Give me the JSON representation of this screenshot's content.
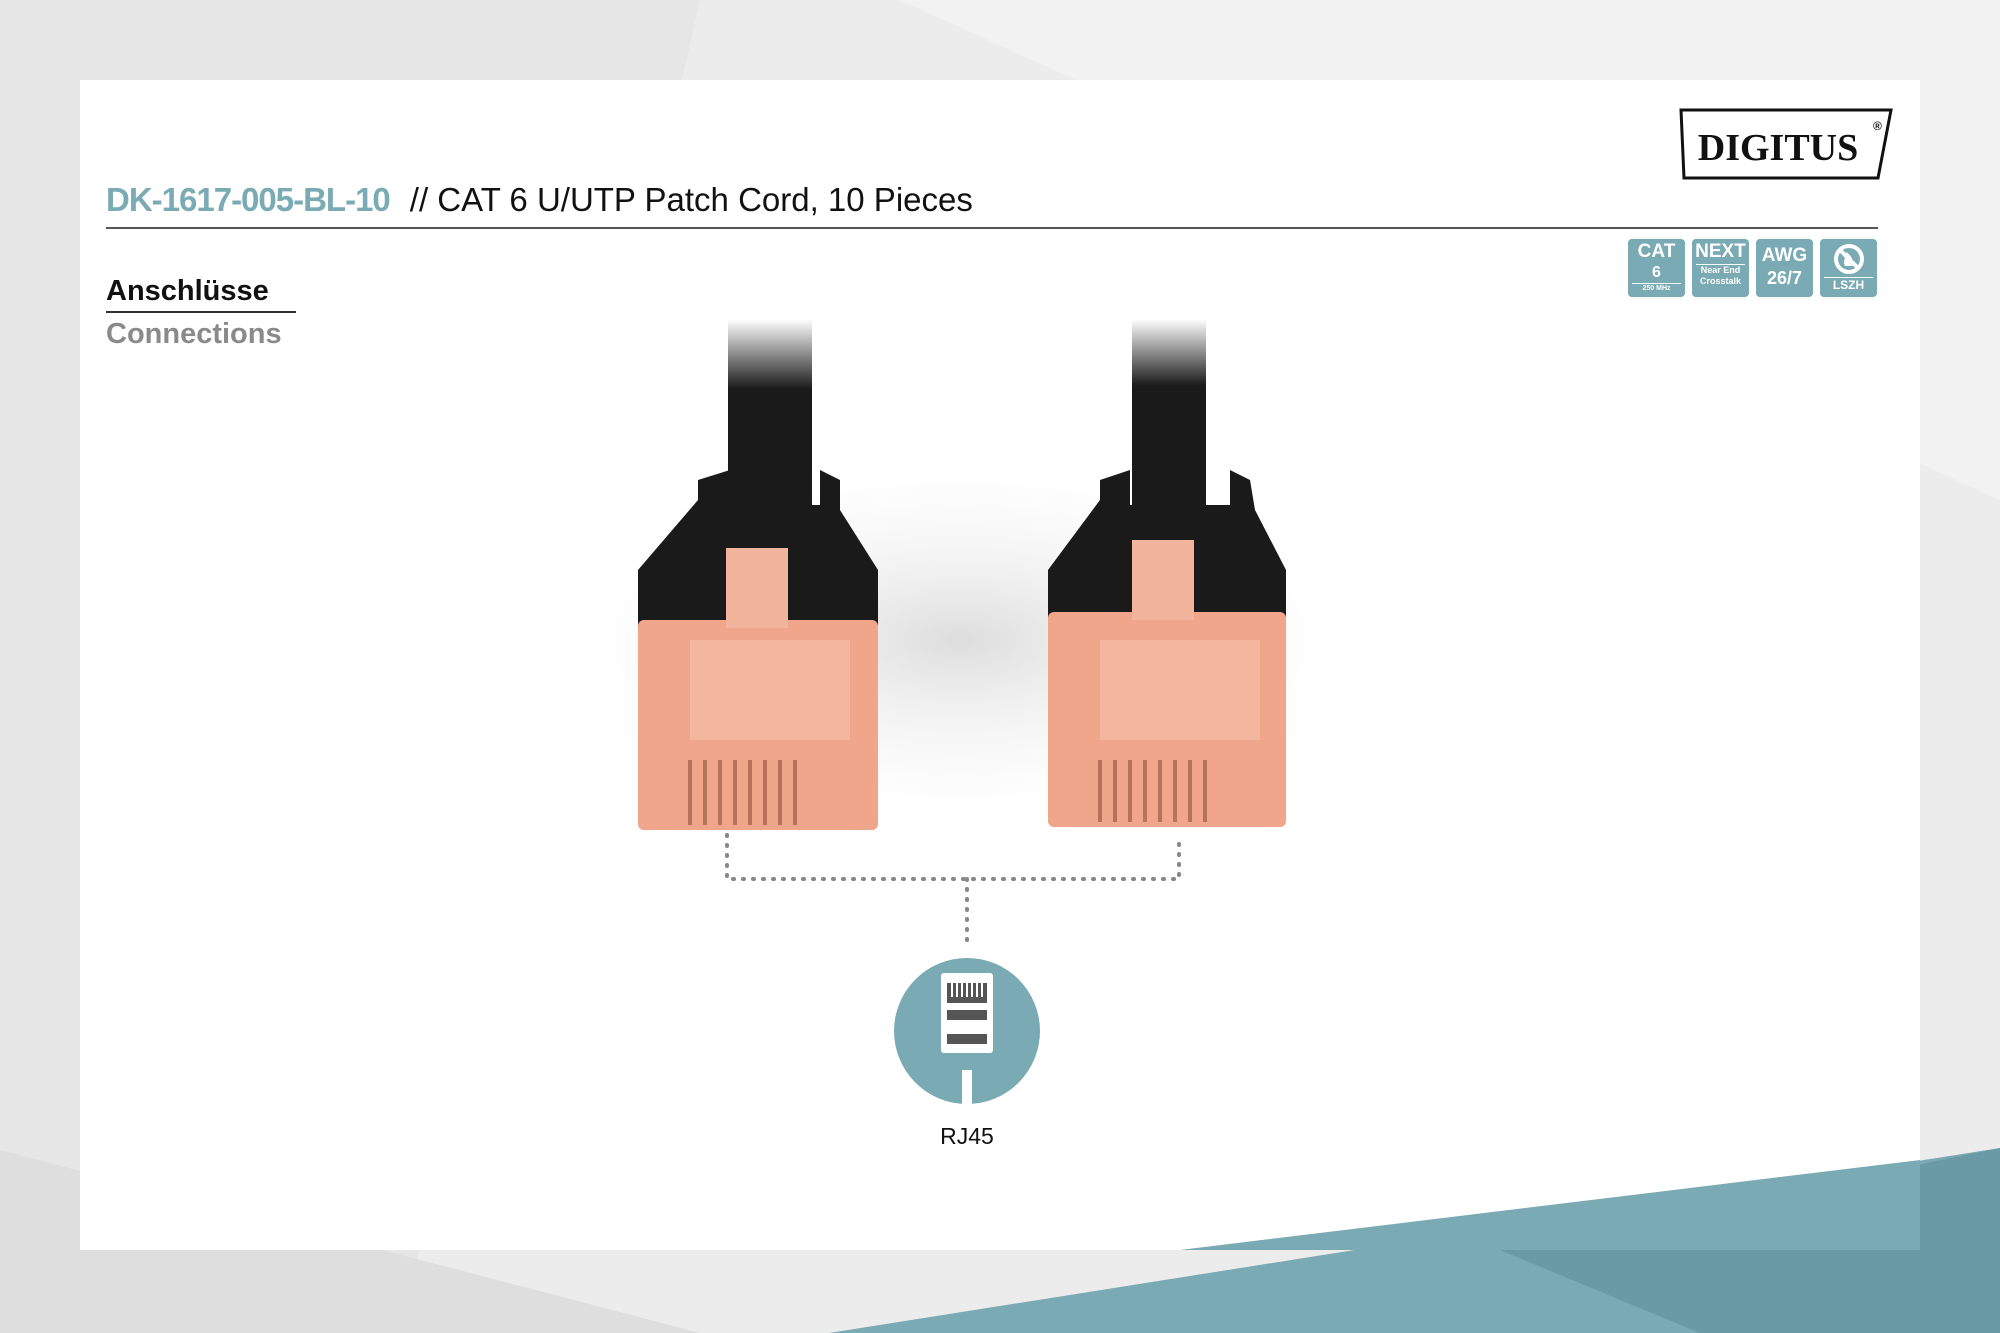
{
  "header": {
    "product_code": "DK-1617-005-BL-10",
    "description": "// CAT 6 U/UTP Patch Cord, 10 Pieces",
    "brand_logo": "DIGITUS®"
  },
  "badges": [
    {
      "line1": "CAT",
      "line2": "6",
      "line3": "250 MHz"
    },
    {
      "line1": "NEXT",
      "line2": "Near End",
      "line3": "Crosstalk"
    },
    {
      "line1": "AWG",
      "line2": "26/7"
    },
    {
      "icon": "no-fire-icon",
      "line3": "LSZH"
    }
  ],
  "section": {
    "title_de": "Anschlüsse",
    "title_en": "Connections"
  },
  "connector": {
    "label": "RJ45",
    "icon": "rj45-plug-icon"
  },
  "colors": {
    "accent": "#7aaab3",
    "connector_body": "#f0a68a",
    "cable": "#1a1a1a"
  }
}
